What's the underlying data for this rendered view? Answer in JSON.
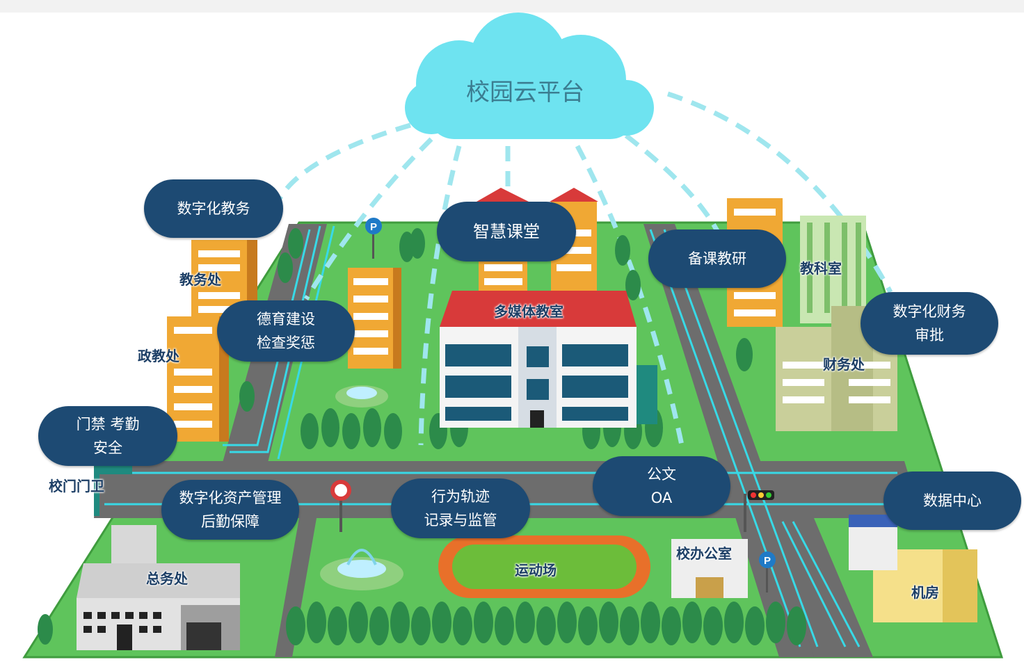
{
  "colors": {
    "grass": "#5fc45c",
    "road": "#6d6d6d",
    "lane": "#38d9e6",
    "cloud": "#6ee3f0",
    "pill": "#1d4a73",
    "track": "#e8702a",
    "field": "#6cbd3a"
  },
  "cloud": {
    "title": "校园云平台"
  },
  "pills": {
    "jiaowu": "数字化教务",
    "ketang": "智慧课堂",
    "beike": "备课教研",
    "deyu_1": "德育建设",
    "deyu_2": "检查奖惩",
    "caiwu_1": "数字化财务",
    "caiwu_2": "审批",
    "menjin_1": "门禁 考勤",
    "menjin_2": "安全",
    "zichan_1": "数字化资产管理",
    "zichan_2": "后勤保障",
    "guiji_1": "行为轨迹",
    "guiji_2": "记录与监管",
    "gongwen_1": "公文",
    "gongwen_2": "OA",
    "shuju": "数据中心"
  },
  "labels": {
    "jiaowuchu": "教务处",
    "zhengjiaochu": "政教处",
    "duomeiti": "多媒体教室",
    "jiaokeshi": "教科室",
    "caiwuchu": "财务处",
    "xiaomen": "校门门卫",
    "zongwuchu": "总务处",
    "yundongchang": "运动场",
    "xiaoban": "校办公室",
    "jifang": "机房"
  }
}
